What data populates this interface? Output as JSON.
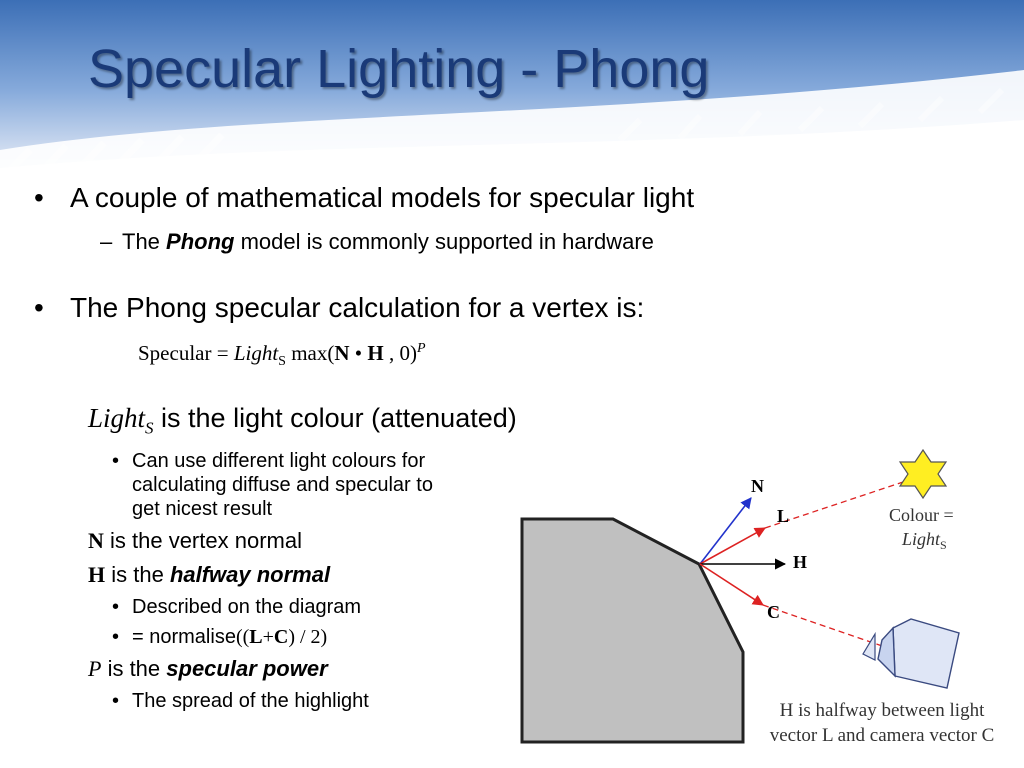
{
  "slide": {
    "title": "Specular Lighting - Phong",
    "bullets": [
      {
        "text": "A couple of mathematical models for specular light"
      },
      {
        "prefix": "The ",
        "emph": "Phong",
        "suffix": " model is commonly supported in hardware"
      },
      {
        "text": "The Phong specular calculation for a vertex is:"
      }
    ],
    "formula": {
      "lhs": "Specular = ",
      "light": "Light",
      "light_sub": "S",
      "max": " max(",
      "n": "N",
      "dot": " • ",
      "h": "H",
      "rest": " , 0)",
      "power": "P"
    },
    "definitions": {
      "light_term": "Light",
      "light_sub": "S",
      "light_desc": " is the light colour (attenuated)",
      "light_sub_bullet": "Can use different light colours for calculating diffuse and specular to get nicest result",
      "light_sub_lines": [
        "Can use different light colours for",
        "calculating diffuse and specular to",
        "get nicest result"
      ],
      "n_term": "N",
      "n_desc": " is the vertex normal",
      "h_term": "H",
      "h_pre": " is the ",
      "h_emph": "halfway normal",
      "h_sub_1": "Described on the diagram",
      "h_sub_2_pre": "= normalise",
      "h_sub_2_open": "((",
      "h_sub_2_l": "L",
      "h_sub_2_plus": "+",
      "h_sub_2_c": "C",
      "h_sub_2_rest": ") / 2)",
      "p_term": "P",
      "p_pre": " is the ",
      "p_emph": "specular power",
      "p_sub": "The spread of the highlight"
    },
    "diagram": {
      "vector_labels": {
        "n": "N",
        "l": "L",
        "h": "H",
        "c": "C"
      },
      "colour_label_1": "Colour =",
      "colour_light": "Light",
      "colour_sub": "S",
      "caption_1": "H is halfway between light",
      "caption_2": "vector L and camera vector C"
    },
    "colors": {
      "title": "#1a3a78",
      "normal_vector": "#2233cc",
      "light_vector": "#dd2222",
      "halfway_vector": "#000000",
      "light_star": "#ffee22",
      "surface_fill": "#c0c0c0",
      "camera_fill": "#dfe6f6"
    }
  }
}
